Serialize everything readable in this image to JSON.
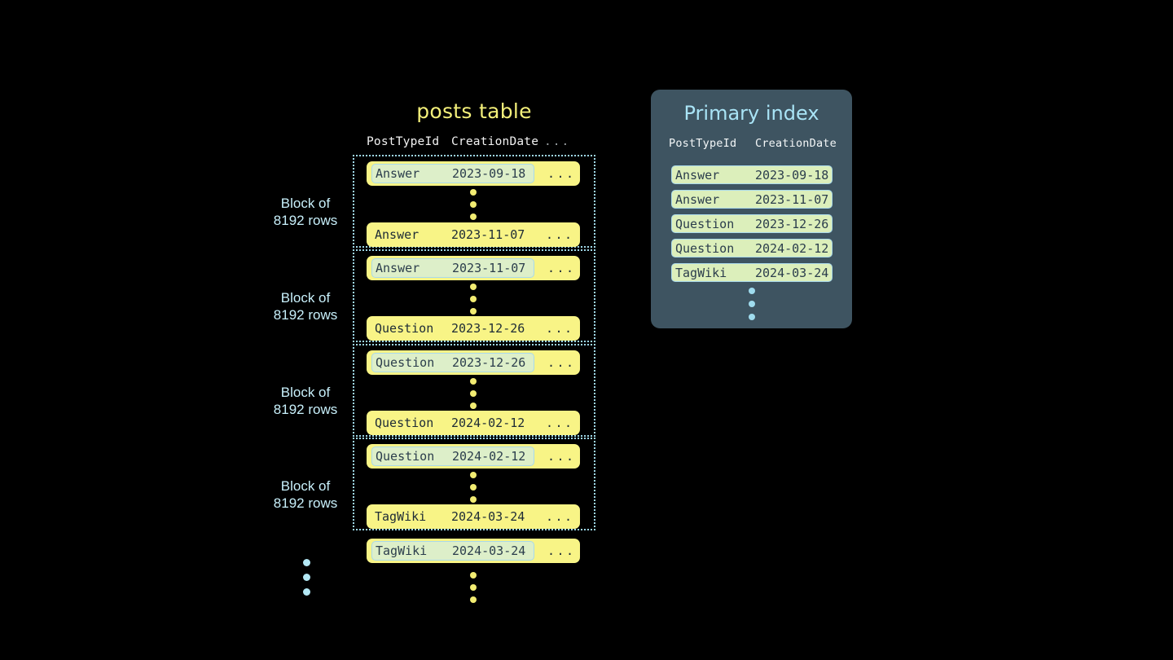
{
  "background_color": "#000000",
  "colors": {
    "row_yellow": "#f8f486",
    "highlight_mint": "#ddefc9",
    "highlight_border": "#a9d9ea",
    "accent_blue": "#b3e8f5",
    "title_yellow": "#f4f07a",
    "panel_bg": "#3e5461",
    "panel_title": "#a9e4f6",
    "text_dark": "#1d2b36"
  },
  "posts_table": {
    "title": "posts table",
    "columns": [
      "PostTypeId",
      "CreationDate",
      "..."
    ],
    "ellipsis": "...",
    "blocks": [
      {
        "label_line1": "Block of",
        "label_line2": "8192 rows",
        "first_row": {
          "post_type_id": "Answer",
          "creation_date": "2023-09-18",
          "ellipsis": "...",
          "highlighted": true
        },
        "last_row": {
          "post_type_id": "Answer",
          "creation_date": "2023-11-07",
          "ellipsis": "...",
          "highlighted": false
        }
      },
      {
        "label_line1": "Block of",
        "label_line2": "8192 rows",
        "first_row": {
          "post_type_id": "Answer",
          "creation_date": "2023-11-07",
          "ellipsis": "...",
          "highlighted": true
        },
        "last_row": {
          "post_type_id": "Question",
          "creation_date": "2023-12-26",
          "ellipsis": "...",
          "highlighted": false
        }
      },
      {
        "label_line1": "Block of",
        "label_line2": "8192 rows",
        "first_row": {
          "post_type_id": "Question",
          "creation_date": "2023-12-26",
          "ellipsis": "...",
          "highlighted": true
        },
        "last_row": {
          "post_type_id": "Question",
          "creation_date": "2024-02-12",
          "ellipsis": "...",
          "highlighted": false
        }
      },
      {
        "label_line1": "Block of",
        "label_line2": "8192 rows",
        "first_row": {
          "post_type_id": "Question",
          "creation_date": "2024-02-12",
          "ellipsis": "...",
          "highlighted": true
        },
        "last_row": {
          "post_type_id": "TagWiki",
          "creation_date": "2024-03-24",
          "ellipsis": "...",
          "highlighted": false
        }
      }
    ],
    "trailing_row": {
      "post_type_id": "TagWiki",
      "creation_date": "2024-03-24",
      "ellipsis": "...",
      "highlighted": true
    }
  },
  "primary_index": {
    "title": "Primary index",
    "columns": [
      "PostTypeId",
      "CreationDate"
    ],
    "rows": [
      {
        "post_type_id": "Answer",
        "creation_date": "2023-09-18"
      },
      {
        "post_type_id": "Answer",
        "creation_date": "2023-11-07"
      },
      {
        "post_type_id": "Question",
        "creation_date": "2023-12-26"
      },
      {
        "post_type_id": "Question",
        "creation_date": "2024-02-12"
      },
      {
        "post_type_id": "TagWiki",
        "creation_date": "2024-03-24"
      }
    ]
  }
}
